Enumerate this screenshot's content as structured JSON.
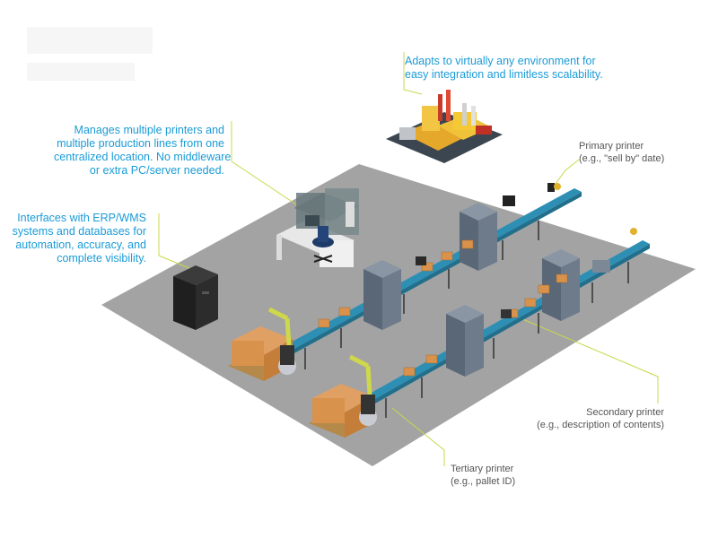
{
  "callouts": {
    "adapts": [
      "Adapts to virtually any environment for",
      "easy integration and limitless scalability."
    ],
    "manages": [
      "Manages multiple printers and",
      "multiple production lines from one",
      "centralized location. No middleware",
      "or extra PC/server needed."
    ],
    "interfaces": [
      "Interfaces with ERP/WMS",
      "systems and databases for",
      "automation, accuracy, and",
      "complete visibility."
    ],
    "primary": [
      "Primary printer",
      "(e.g., \"sell by\" date)"
    ],
    "secondary": [
      "Secondary printer",
      "(e.g., description of contents)"
    ],
    "tertiary": [
      "Tertiary printer",
      "(e.g., pallet ID)"
    ]
  },
  "colors": {
    "text_accent": "#1a9bd7",
    "leader_line": "#c8d84a",
    "floor": "#9e9e9e",
    "conveyor": "#2e8fb4",
    "printer": "#5a6777",
    "arm": "#cfd84a",
    "box": "#d9924b"
  }
}
